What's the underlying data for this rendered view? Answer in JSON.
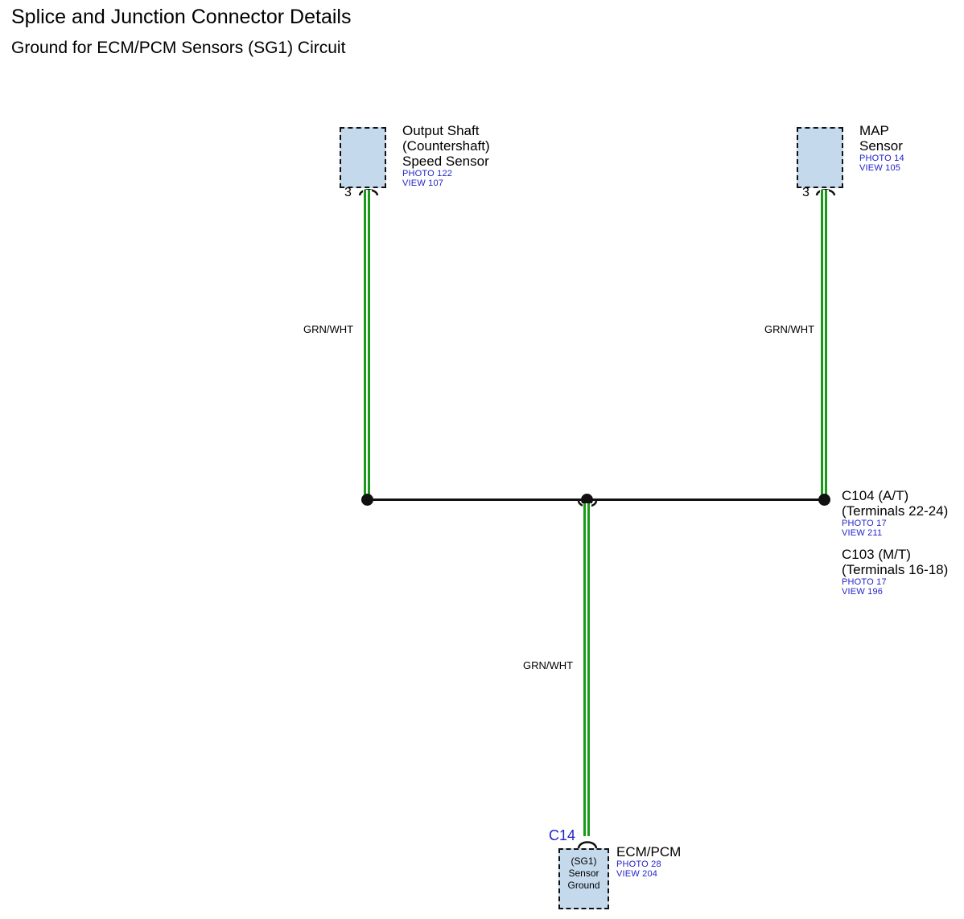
{
  "document": {
    "title": "Splice and Junction Connector Details",
    "subtitle": "Ground for ECM/PCM Sensors (SG1) Circuit"
  },
  "colors": {
    "connector_fill": "#c5d9ed",
    "connector_border": "#111111",
    "wire_green": "#1a9a1a",
    "reference_blue": "#2222cc",
    "bus_black": "#111111"
  },
  "connectors": {
    "output_shaft_speed_sensor": {
      "name_line1": "Output Shaft",
      "name_line2": "(Countershaft)",
      "name_line3": "Speed Sensor",
      "photo": "PHOTO 122",
      "view": "VIEW 107",
      "terminal": "3"
    },
    "map_sensor": {
      "name_line1": "MAP",
      "name_line2": "Sensor",
      "photo": "PHOTO 14",
      "view": "VIEW 105",
      "terminal": "3"
    },
    "c104": {
      "name_line1": "C104 (A/T)",
      "name_line2": "(Terminals 22-24)",
      "photo": "PHOTO 17",
      "view": "VIEW 211"
    },
    "c103": {
      "name_line1": "C103 (M/T)",
      "name_line2": "(Terminals 16-18)",
      "photo": "PHOTO 17",
      "view": "VIEW 196"
    },
    "ecm_pcm": {
      "connector_id": "C14",
      "box_line1": "(SG1)",
      "box_line2": "Sensor",
      "box_line3": "Ground",
      "name_line1": "ECM/PCM",
      "photo": "PHOTO 28",
      "view": "VIEW 204"
    }
  },
  "wires": {
    "left_branch_label": "GRN/WHT",
    "right_branch_label": "GRN/WHT",
    "bottom_branch_label": "GRN/WHT"
  }
}
